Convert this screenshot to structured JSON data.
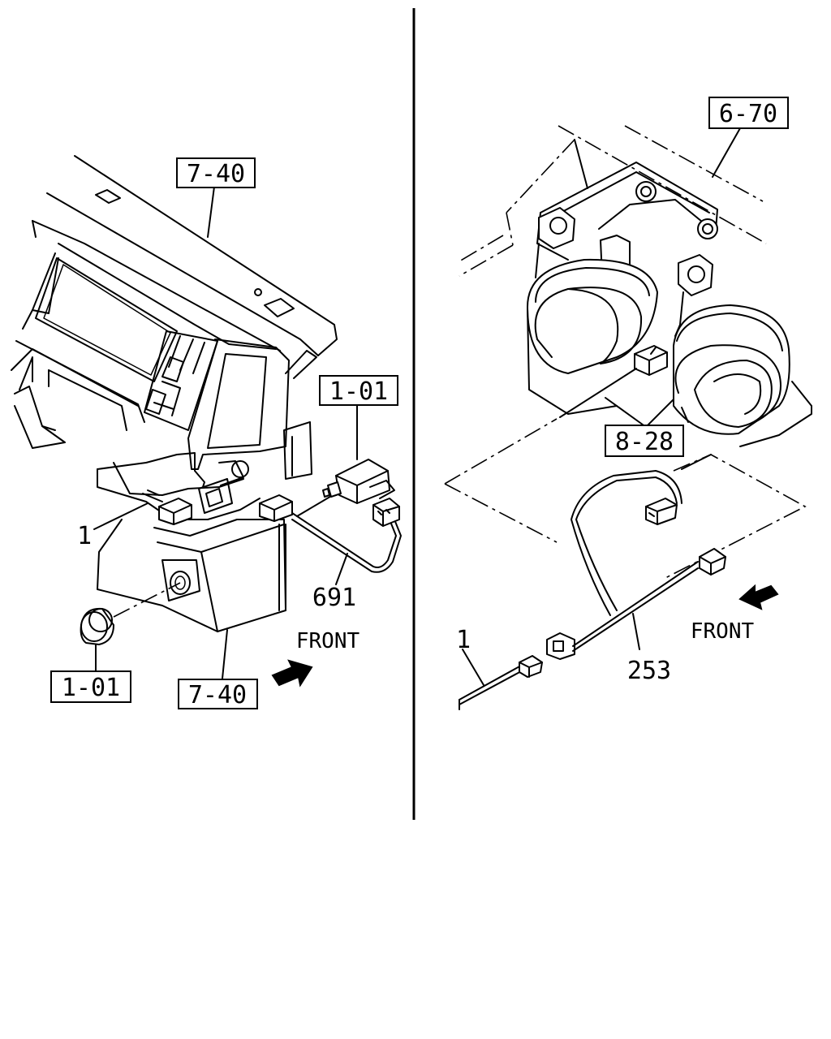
{
  "left_view": {
    "callouts": {
      "dash_ref_top": "7-40",
      "switch_ref": "1-01",
      "item_1": "1",
      "harness": "691",
      "knob_ref": "1-01",
      "dash_ref_bottom": "7-40"
    },
    "direction": "FRONT"
  },
  "right_view": {
    "callouts": {
      "frame_ref": "6-70",
      "horn_ref": "8-28",
      "item_1": "1",
      "harness": "253"
    },
    "direction": "FRONT"
  }
}
